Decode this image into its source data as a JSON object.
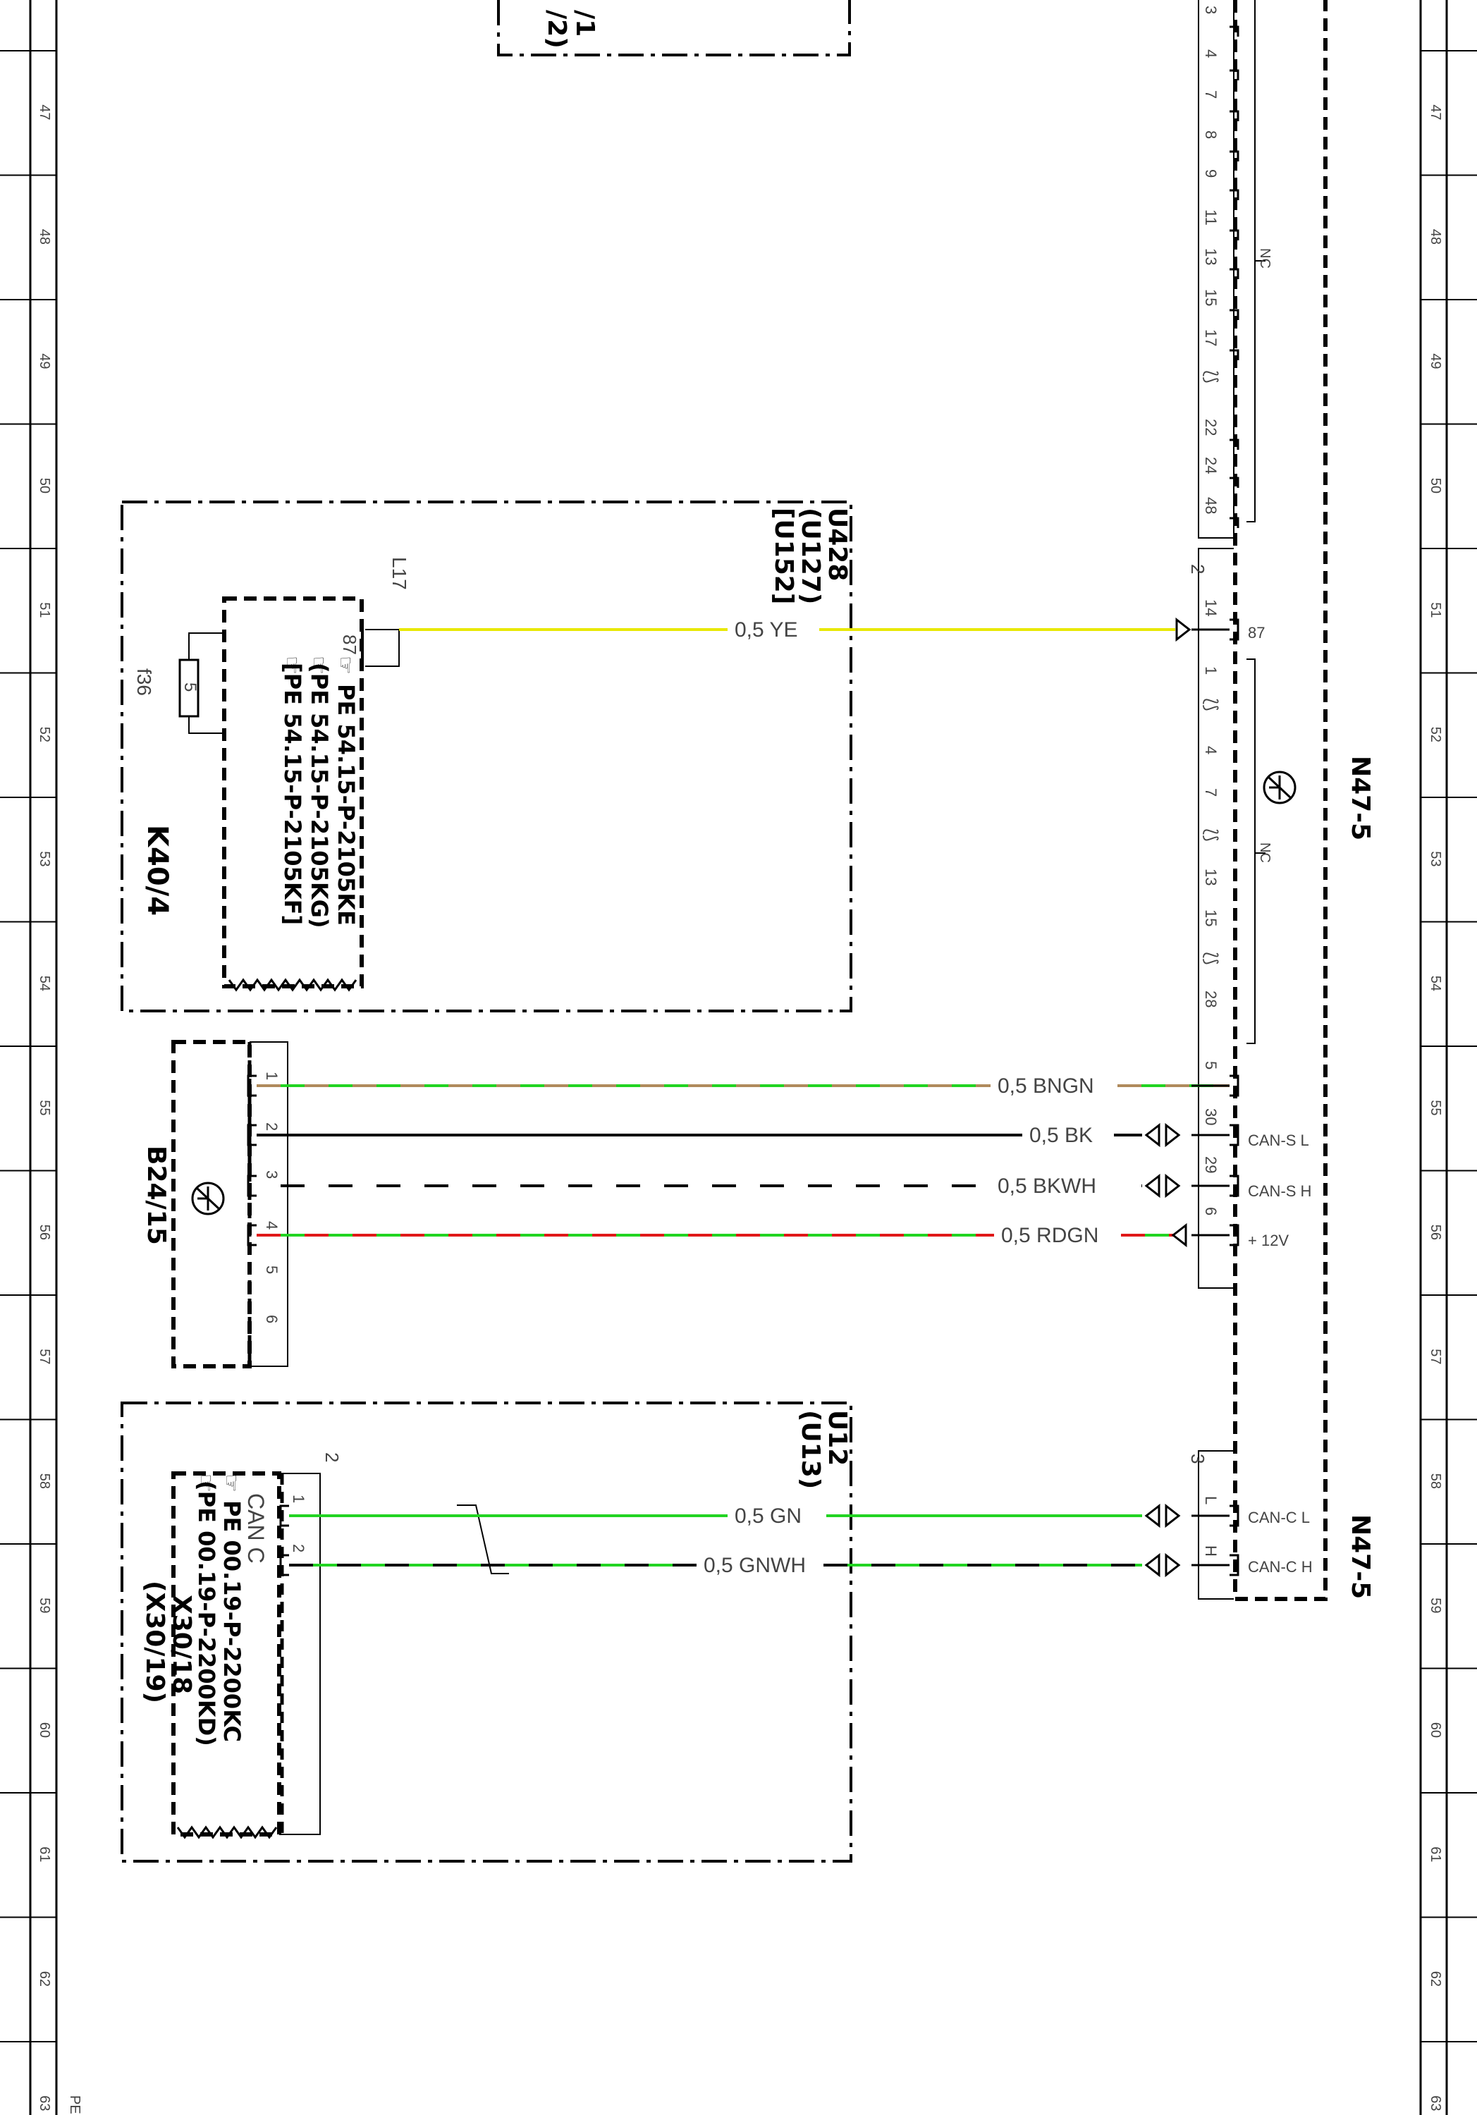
{
  "footer_tag": "PE",
  "colors": {
    "YE": "#e8e800",
    "GN": "#22d422",
    "BN": "#b08a5c",
    "RD": "#e01818",
    "BK": "#000000",
    "WH": "#ffffff"
  },
  "grid_rows": [
    "47",
    "48",
    "49",
    "50",
    "51",
    "52",
    "53",
    "54",
    "55",
    "56",
    "57",
    "58",
    "59",
    "60",
    "61",
    "62",
    "63"
  ],
  "top_box": {
    "line1": "/1",
    "line2": "/2)"
  },
  "connector_upper": {
    "pins": [
      "3",
      "4",
      "7",
      "8",
      "9",
      "11",
      "13",
      "15",
      "17",
      "22",
      "24",
      "48"
    ],
    "nc": "NC"
  },
  "connector_main": {
    "number": "2",
    "label": "N47-5",
    "pins": [
      "14",
      "1",
      "4",
      "7",
      "13",
      "15",
      "28",
      "5",
      "30",
      "29",
      "6"
    ],
    "signals": [
      "87",
      "CAN-S L",
      "CAN-S H",
      "+ 12V"
    ],
    "nc": "NC"
  },
  "connector_lower": {
    "number": "3",
    "label": "N47-5",
    "pins": [
      "L",
      "H"
    ],
    "signals": [
      "CAN-C L",
      "CAN-C H"
    ]
  },
  "k40": {
    "refs": [
      "U428",
      "(U127)",
      "[U152]"
    ],
    "label": "K40/4",
    "relay": "L17",
    "pin": "87",
    "fuse": "f36",
    "fuse_value": "5",
    "pe_refs": [
      "PE 54.15-P-2105KE",
      "(PE 54.15-P-2105KG)",
      "[PE 54.15-P-2105KF]"
    ]
  },
  "b24": {
    "label": "B24/15",
    "pins": [
      "1",
      "2",
      "3",
      "4",
      "5",
      "6"
    ]
  },
  "x30": {
    "refs": [
      "U12",
      "(U13)"
    ],
    "number": "2",
    "pins": [
      "1",
      "2"
    ],
    "can_label": "CAN C",
    "labels": [
      "X30/18",
      "(X30/19)"
    ],
    "pe_refs": [
      "PE 00.19-P-2200KC",
      "(PE 00.19-P-2200KD)"
    ]
  },
  "wires": [
    {
      "id": "ye",
      "label": "0,5 YE"
    },
    {
      "id": "bngn",
      "label": "0,5 BNGN"
    },
    {
      "id": "bk",
      "label": "0,5 BK"
    },
    {
      "id": "bkwh",
      "label": "0,5 BKWH"
    },
    {
      "id": "rdgn",
      "label": "0,5 RDGN"
    },
    {
      "id": "gn",
      "label": "0,5 GN"
    },
    {
      "id": "gnwh",
      "label": "0,5 GNWH"
    }
  ]
}
